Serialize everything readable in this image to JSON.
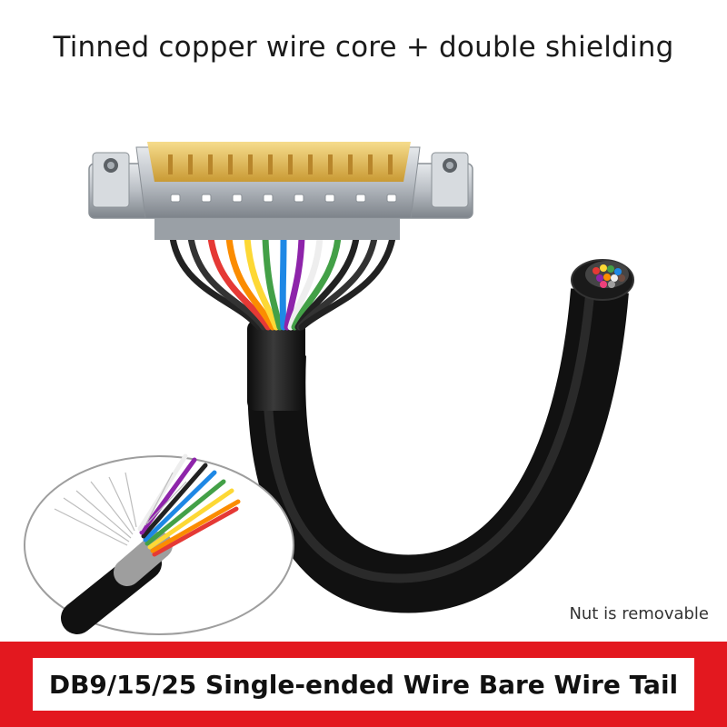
{
  "headline": "Tinned copper wire core + double shielding",
  "note": "Nut is removable",
  "banner": "DB9/15/25 Single-ended Wire Bare Wire Tail",
  "colors": {
    "banner_red": "#e3181f",
    "cable_black": "#1b1b1b",
    "pin_gold": "#e8c15a",
    "metal_shell": "#b9bec4"
  },
  "icons": [
    "db25-connector-icon",
    "shielded-cable-icon",
    "wire-cross-section-icon"
  ]
}
